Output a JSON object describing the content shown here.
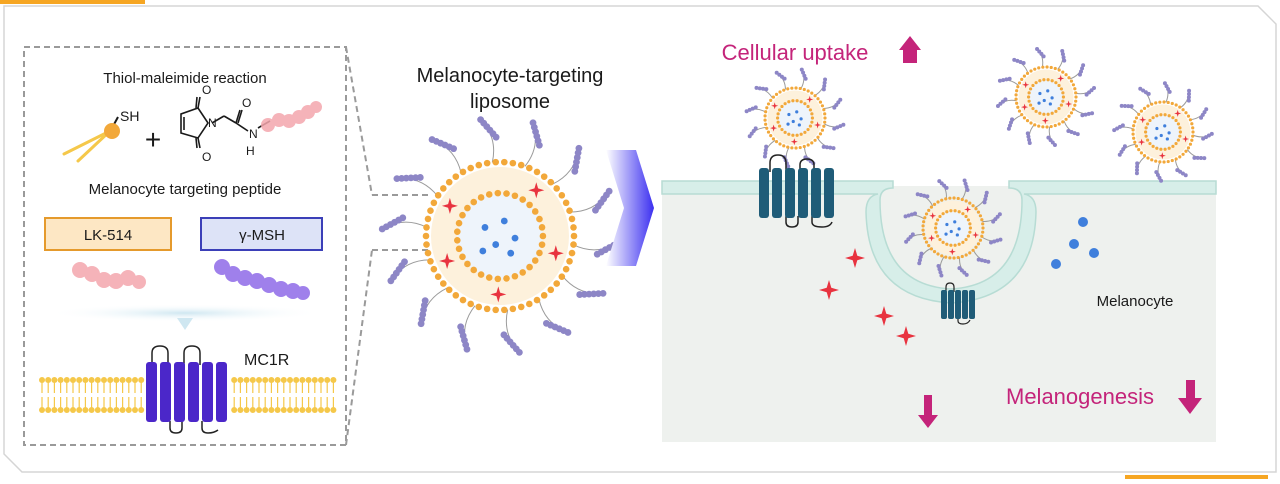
{
  "left_panel": {
    "reaction_title": "Thiol-maleimide reaction",
    "sh_label": "SH",
    "plus": "+",
    "o_top": "O",
    "o_bottom": "O",
    "o_amide": "O",
    "n_ring": "N",
    "n_amide": "N",
    "h_amide": "H",
    "peptide_title": "Melanocyte targeting peptide",
    "peptide_1": "LK-514",
    "peptide_2": "γ-MSH",
    "receptor_label": "MC1R"
  },
  "middle": {
    "title_line1": "Melanocyte-targeting",
    "title_line2": "liposome"
  },
  "right_panel": {
    "uptake_label": "Cellular uptake",
    "cell_label": "Melanocyte",
    "melanogenesis_label": "Melanogenesis"
  },
  "colors": {
    "magenta": "#c4247a",
    "lipid_orange": "#f2a83a",
    "receptor_blue": "#1f5c78",
    "receptor_purple": "#4b27c9",
    "peptide_purple": "#8d86c6",
    "membrane_yellow": "#f5c84a",
    "cell_fill": "#eef1ee",
    "membrane_teal": "#d4ebe6",
    "accent_orange": "#f6a623"
  }
}
